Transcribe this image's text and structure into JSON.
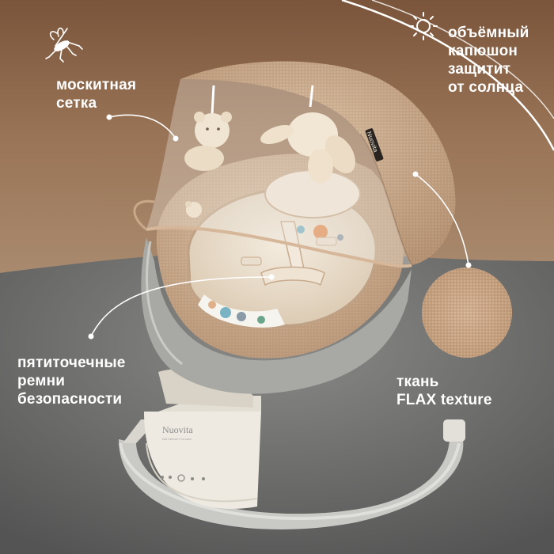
{
  "labels": {
    "mosquito_net": [
      "москитная",
      "сетка"
    ],
    "sun_hood": [
      "объёмный",
      "капюшон",
      "защитит",
      "от солнца"
    ],
    "safety_belts": [
      "пятиточечные",
      "ремни",
      "безопасности"
    ],
    "fabric": [
      "ткань",
      "FLAX texture"
    ]
  },
  "brand": {
    "name": "Nuovita",
    "tagline": "Dal l'amore e la cura"
  },
  "icons": [
    "mosquito-icon",
    "sun-icon"
  ],
  "colors": {
    "background_top": "#8a6448",
    "background_bottom": "#5e5e5e",
    "fabric": "#c9a88a",
    "frame": "#e9e4da",
    "accent_gray": "#a8a8a4",
    "text": "#ffffff"
  }
}
